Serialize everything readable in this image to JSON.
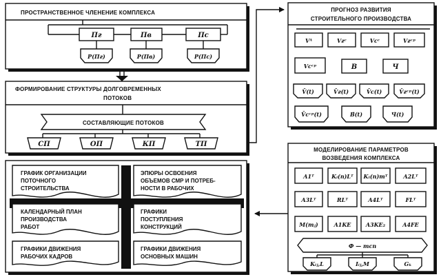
{
  "panels": {
    "spatial": {
      "title": "ПРОСТРАНСТВЕННОЕ ЧЛЕНЕНИЕ КОМПЛЕКСА",
      "nodes": [
        "Пг",
        "Пв",
        "Пс"
      ],
      "subnodes": [
        "P(Пг)",
        "P(Пв)",
        "P(Пс)"
      ]
    },
    "flows": {
      "title_line1": "ФОРМИРОВАНИЕ СТРУКТУРЫ ДОЛГОВРЕМЕННЫХ",
      "title_line2": "ПОТОКОВ",
      "components": "СОСТАВЛЯЮЩИЕ ПОТОКОВ",
      "nodes": [
        "СП",
        "ОП",
        "КП",
        "ТП"
      ]
    },
    "forecast": {
      "title_line1": "ПРОГНОЗ РАЗВИТИЯ",
      "title_line2": "СТРОИТЕЛЬНОГО ПРОИЗВОДСТВА",
      "row1": [
        "Vᴬ",
        "Vгᶜ",
        "Vсᶜ",
        "Vгᶜᵖ"
      ],
      "row2": [
        "Vсᶜᵖ",
        "В",
        "Ч"
      ],
      "row3": [
        "V̄(t)",
        "V̄г(t)",
        "V̄с(t)",
        "V̄гᶜᵖ(t)"
      ],
      "row4": [
        "V̄сᶜᵖ(t)",
        "В̄(t)",
        "Ч̄(t)"
      ]
    },
    "modeling": {
      "title_line1": "МОДЕЛИРОВАНИЕ ПАРАМЕТРОВ",
      "title_line2": "ВОЗВЕДЕНИЯ КОМПЛЕКСА",
      "row1": [
        "A1ᵀ",
        "Kᵢ(n)Lᵀ",
        "Kₗ(n)mᵀ",
        "A2Lᵀ"
      ],
      "row2": [
        "A3Lᵀ",
        "RLᵀ",
        "A4Lᵀ",
        "FLᵀ"
      ],
      "row3": [
        "M(mⱼ)",
        "A1KE",
        "A3KE₂",
        "A4FE"
      ],
      "formula": "Ф — тсп",
      "bottom": [
        "Kᵢⱼ,L",
        "Iᵢⱼ,M",
        "Gₖ"
      ]
    },
    "outputs": {
      "doc1_line1": "ГРАФИК ОРГАНИЗАЦИИ",
      "doc1_line2": "ПОТОЧНОГО",
      "doc1_line3": "СТРОИТЕЛЬСТВА",
      "doc2_line1": "ЭПЮРЫ ОСВОЕНИЯ",
      "doc2_line2": "ОБЪЕМОВ СМР И ПОТРЕБ-",
      "doc2_line3": "НОСТИ В РАБОЧИХ",
      "doc3_line1": "КАЛЕНДАРНЫЙ ПЛАН",
      "doc3_line2": "ПРОИЗВОДСТВА",
      "doc3_line3": "РАБОТ",
      "doc4_line1": "ГРАФИКИ",
      "doc4_line2": "ПОСТУПЛЕНИЯ",
      "doc4_line3": "КОНСТРУКЦИЙ",
      "doc5_line1": "ГРАФИКИ ДВИЖЕНИЯ",
      "doc5_line2": "РАБОЧИХ КАДРОВ",
      "doc6_line1": "ГРАФИКИ ДВИЖЕНИЯ",
      "doc6_line2": "ОСНОВНЫХ МАШИН"
    }
  }
}
